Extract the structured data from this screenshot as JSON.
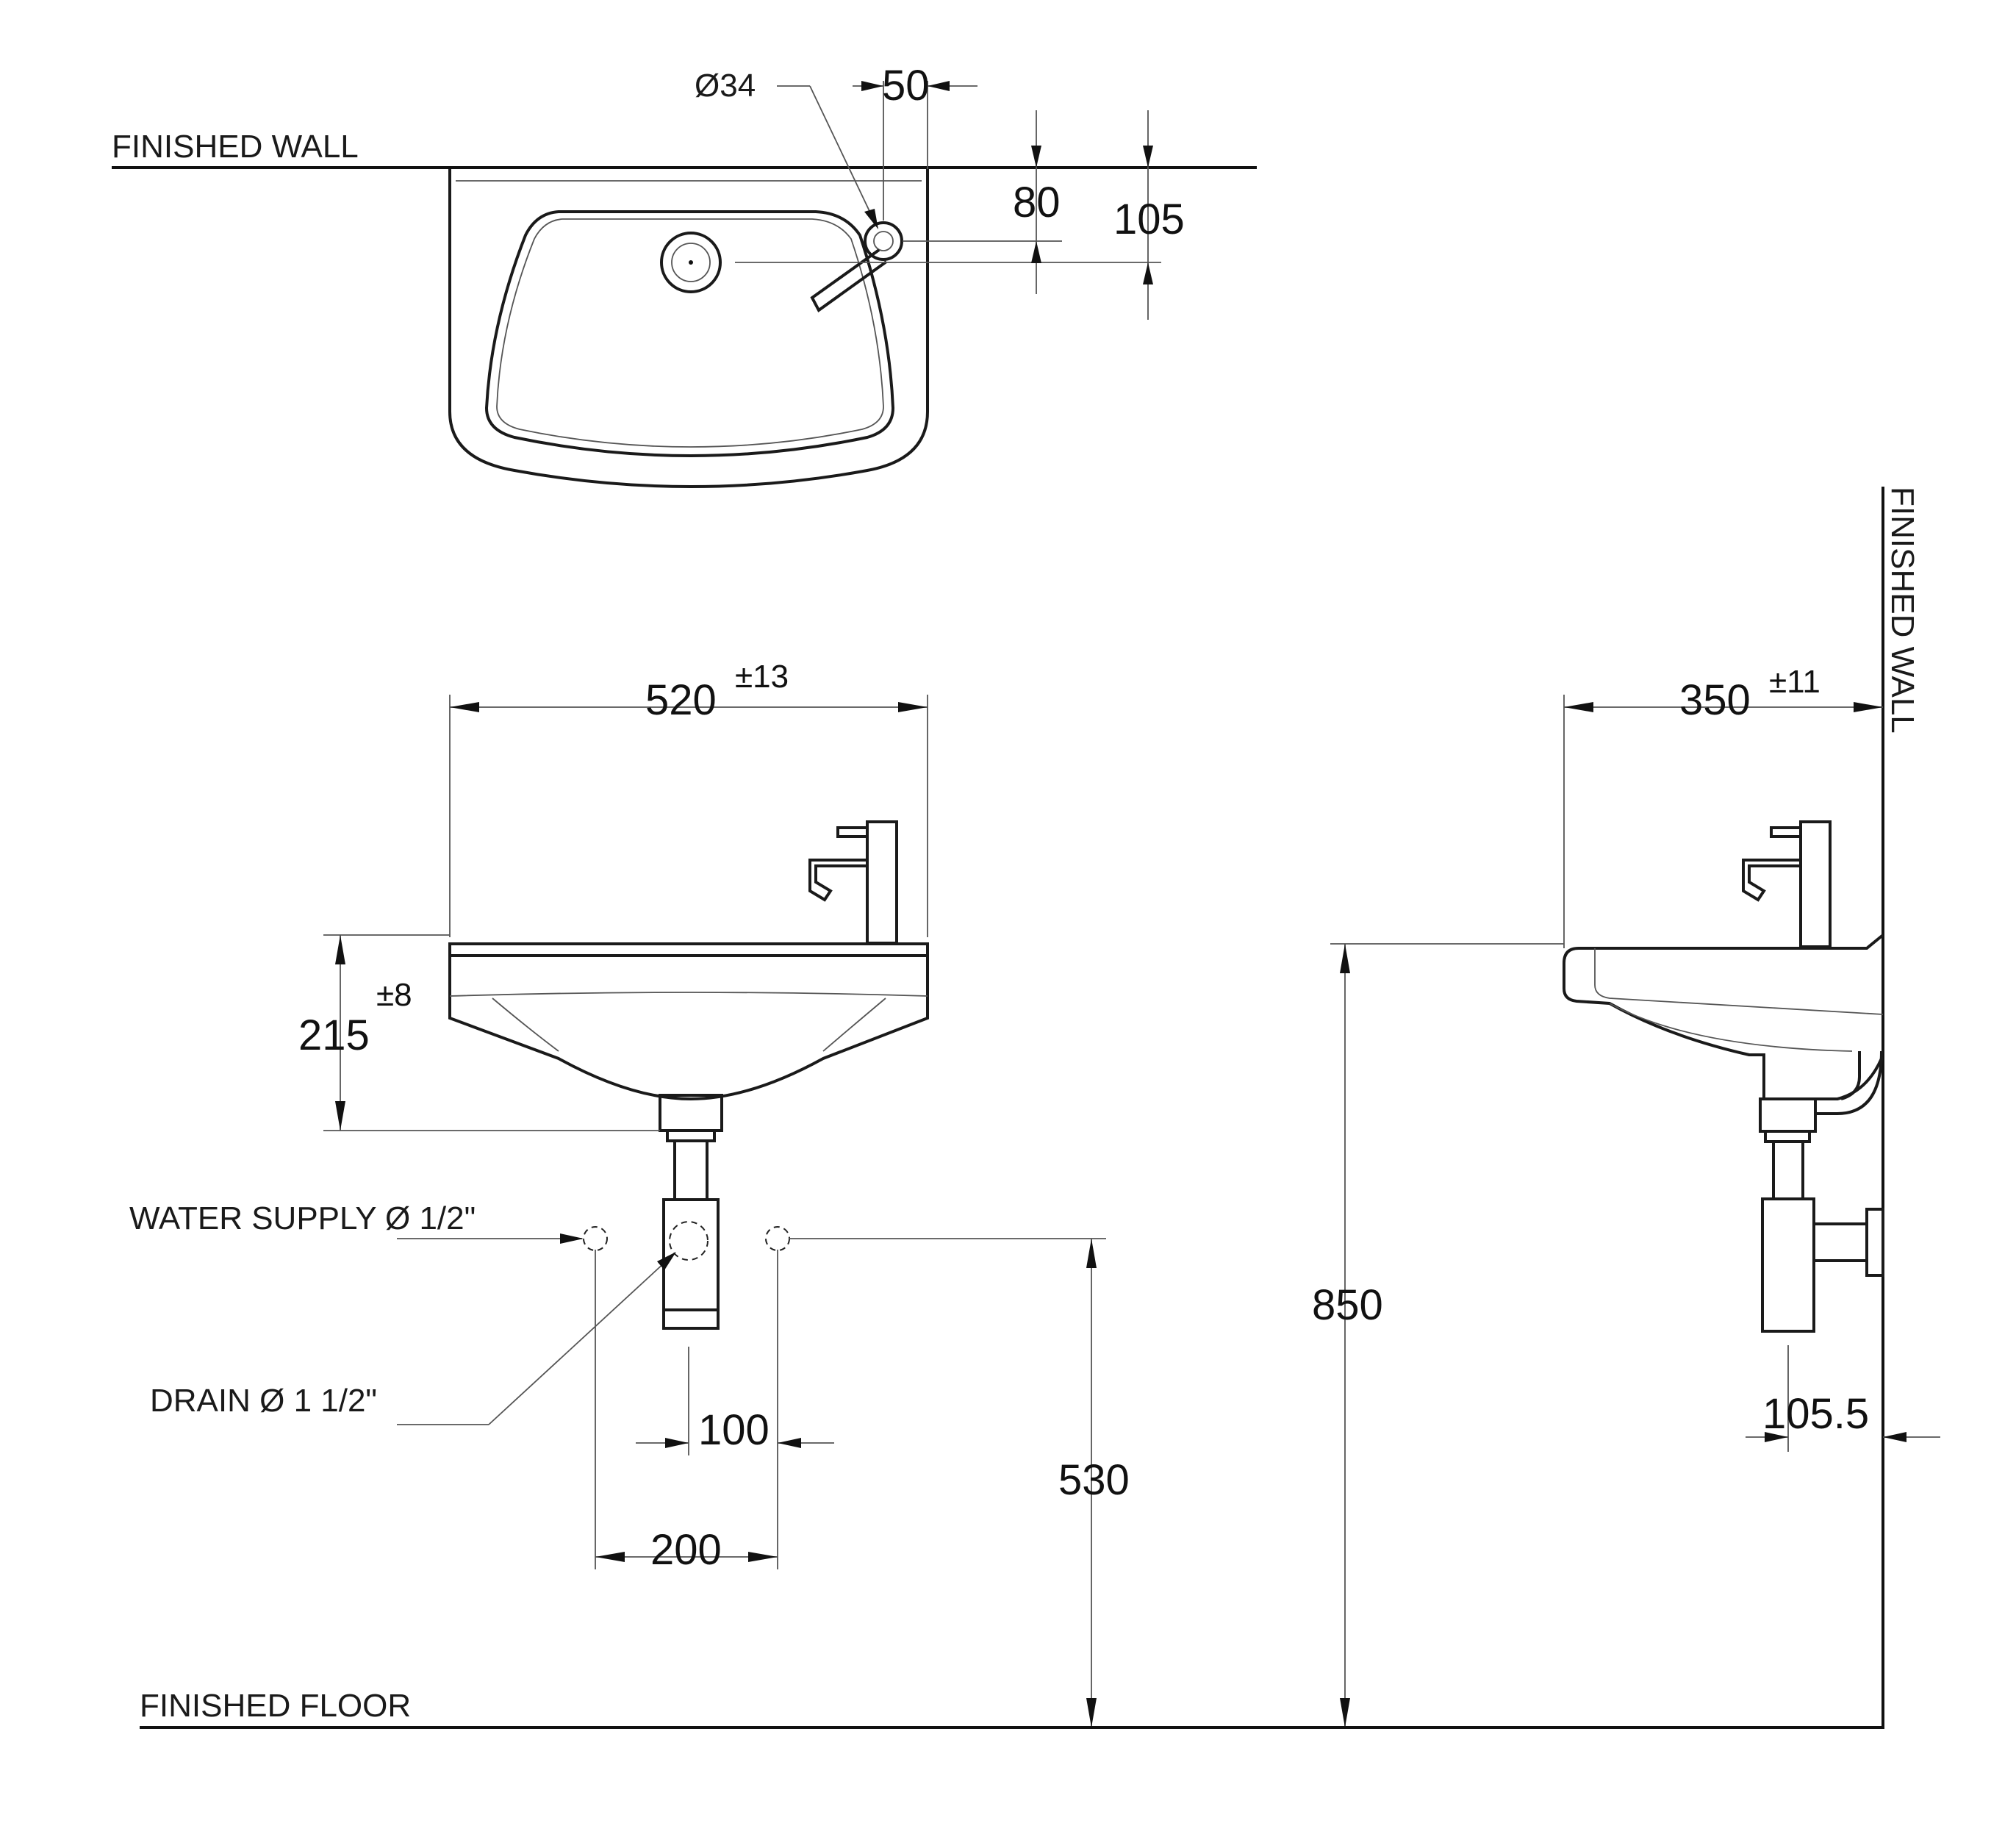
{
  "labels": {
    "finished_wall_top": "FINISHED WALL",
    "finished_wall_side": "FINISHED WALL",
    "finished_floor": "FINISHED FLOOR",
    "water_supply": "WATER SUPPLY Ø 1/2\"",
    "drain": "DRAIN Ø 1 1/2\""
  },
  "dimensions": {
    "tap_hole": "Ø34",
    "tap_offset": "50",
    "wall_to_tap": "80",
    "wall_to_drain": "105",
    "width": "520",
    "width_tol": "±13",
    "depth": "350",
    "depth_tol": "±11",
    "height": "215",
    "height_tol": "±8",
    "rim_height": "850",
    "supply_height": "530",
    "drain_to_supply": "100",
    "supply_spacing": "200",
    "trap_offset": "105.5"
  }
}
